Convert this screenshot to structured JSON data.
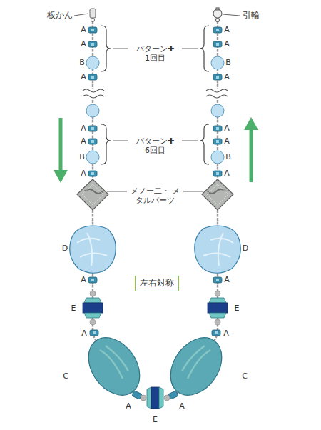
{
  "diagram": {
    "nodes": [
      {
        "text": [
          "左右対称"
        ]
      }
    ],
    "labels": [
      "板かん",
      "A",
      "A",
      "B",
      "A",
      "引輪",
      "A",
      "A",
      "B",
      "A",
      "パターン✚ 1回目",
      "A",
      "A",
      "B",
      "A",
      "A",
      "A",
      "B",
      "A",
      "パターン✚ 6回目",
      "メノー二・ メタルパーツ",
      "D",
      "D",
      "A",
      "A",
      "E",
      "E",
      "A",
      "A",
      "C",
      "C",
      "A",
      "A",
      "E"
    ]
  }
}
